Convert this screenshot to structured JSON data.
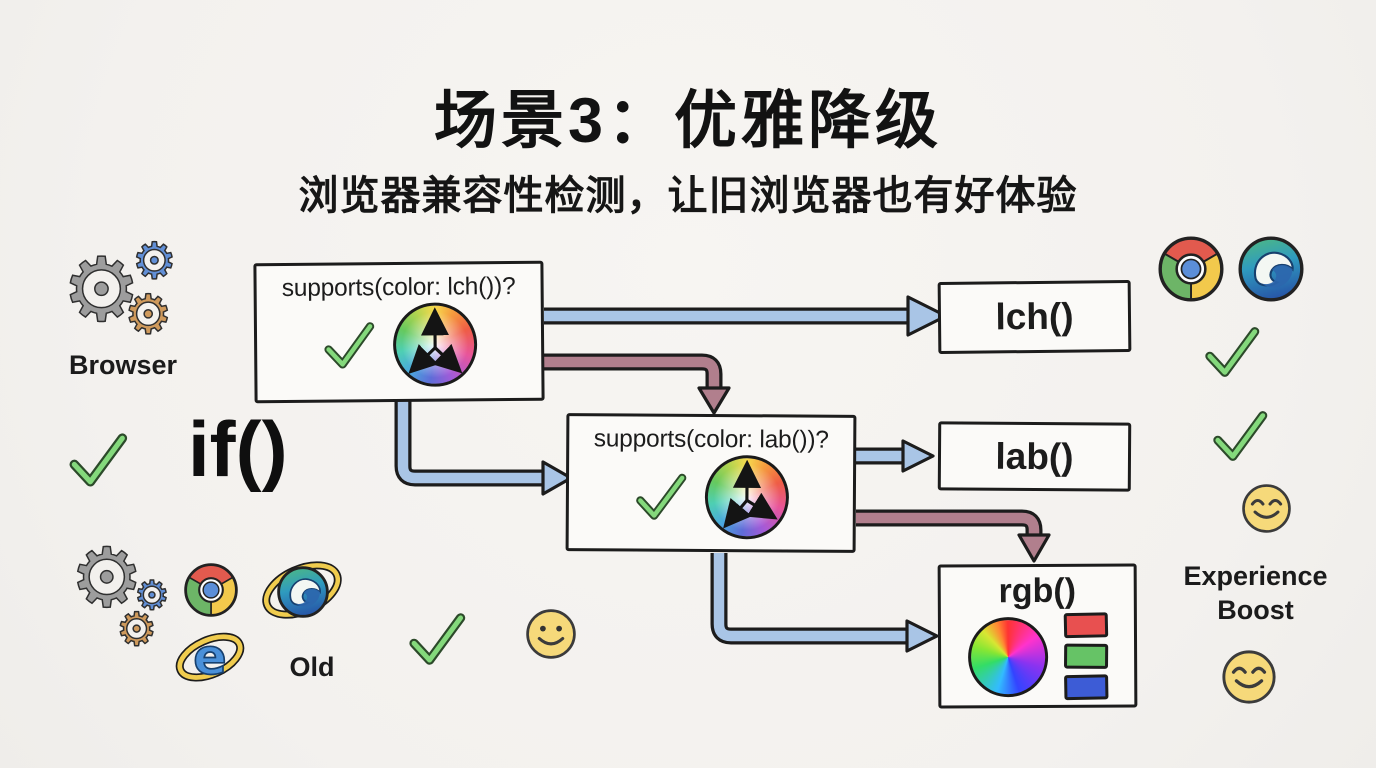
{
  "header": {
    "title": "场景3：优雅降级",
    "subtitle": "浏览器兼容性检测，让旧浏览器也有好体验"
  },
  "left_annotations": {
    "browser_label": "Browser",
    "if_label": "if()",
    "old_label": "Old"
  },
  "right_annotations": {
    "experience_label": "Experience Boost"
  },
  "flowchart": {
    "nodes": [
      {
        "id": "supports-lch",
        "label": "supports(color: lch())?",
        "icons": [
          "green-check",
          "color-wheel-with-axes"
        ]
      },
      {
        "id": "supports-lab",
        "label": "supports(color: lab())?",
        "icons": [
          "green-check",
          "color-wheel-with-axes"
        ]
      },
      {
        "id": "lch",
        "label": "lch()"
      },
      {
        "id": "lab",
        "label": "lab()"
      },
      {
        "id": "rgb",
        "label": "rgb()",
        "icons": [
          "rgb-color-wheel",
          "red-swatch",
          "green-swatch",
          "blue-swatch"
        ]
      }
    ],
    "edges": [
      {
        "from": "supports-lch",
        "to": "lch",
        "meaning": "supported",
        "color": "#a9c5e6"
      },
      {
        "from": "supports-lch",
        "to": "supports-lab",
        "meaning": "not-supported-fallback",
        "color": "#b17f8d"
      },
      {
        "from": "supports-lch",
        "to": "supports-lab",
        "meaning": "next-check",
        "color": "#a9c5e6"
      },
      {
        "from": "supports-lab",
        "to": "lab",
        "meaning": "supported",
        "color": "#a9c5e6"
      },
      {
        "from": "supports-lab",
        "to": "rgb",
        "meaning": "not-supported-fallback",
        "color": "#b17f8d"
      },
      {
        "from": "supports-lab",
        "to": "rgb",
        "meaning": "next-check",
        "color": "#a9c5e6"
      }
    ]
  },
  "icons": {
    "gear_glyph": "⚙",
    "gear_cluster": "three-colored-gears",
    "check": "green-checkmark",
    "smiley": "yellow-smiley-face",
    "chrome": "chrome-browser-logo",
    "edge": "edge-browser-logo",
    "edge_legacy": "edge-logo-with-orbit-ring",
    "ie": "internet-explorer-logo",
    "color_wheel": "color-wheel-with-axes"
  },
  "colors": {
    "paper": "#f5f3ef",
    "ink": "#1c1c1c",
    "arrow_supported_blue": "#a9c5e6",
    "arrow_fallback_red": "#b17f8d",
    "check_green": "#84d97c",
    "smiley_yellow": "#f6d97a",
    "swatch_red": "#e85050",
    "swatch_green": "#66c366",
    "swatch_blue": "#3d5cd6"
  }
}
